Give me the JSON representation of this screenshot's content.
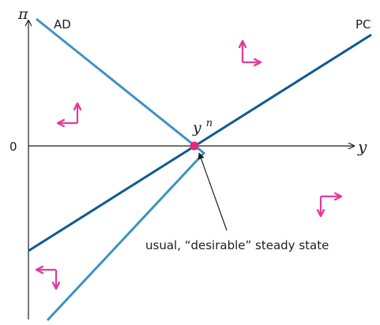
{
  "labels": {
    "pi": "π",
    "y": "y",
    "zero": "0",
    "ad": "AD",
    "pc": "PC",
    "yn_base": "y",
    "yn_sup": "n",
    "annotation": "usual, “desirable” steady state"
  },
  "colors": {
    "axis": "#1f1f1f",
    "ad_line": "#3d93c5",
    "pc_line": "#0f5a92",
    "arrows": "#e43a9b",
    "point": "#e4287c"
  },
  "icons": {
    "phase_arrow": "right-angle-arrow-icon",
    "steady_state": "dot-icon",
    "pointer": "arrow-icon"
  }
}
